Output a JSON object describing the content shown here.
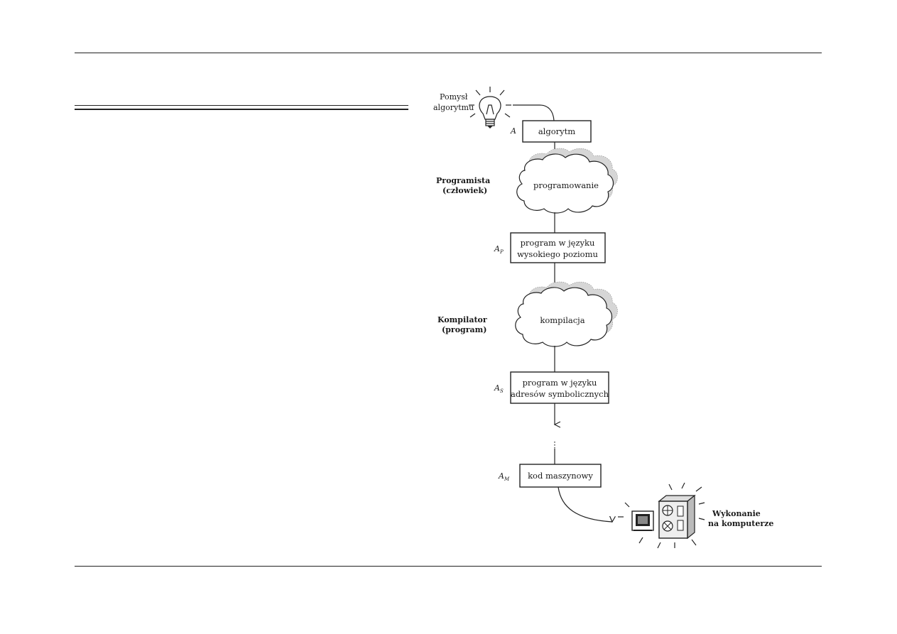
{
  "diagram": {
    "idea": {
      "label_line1": "Pomysł",
      "label_line2": "algorytmu"
    },
    "algorithm_box": {
      "symbol": "A",
      "text": "algorytm"
    },
    "programmer": {
      "label_line1": "Programista",
      "label_line2": "(człowiek)",
      "cloud_text": "programowanie"
    },
    "high_level_box": {
      "symbol": "A",
      "symbol_sub": "P",
      "line1": "program w języku",
      "line2": "wysokiego poziomu"
    },
    "compiler": {
      "label_line1": "Kompilator",
      "label_line2": "(program)",
      "cloud_text": "kompilacja"
    },
    "symbolic_box": {
      "symbol": "A",
      "symbol_sub": "S",
      "line1": "program w języku",
      "line2": "adresów symbolicznych"
    },
    "continuation": "⋮",
    "machine_box": {
      "symbol": "A",
      "symbol_sub": "M",
      "text": "kod maszynowy"
    },
    "execution": {
      "label_line1": "Wykonanie",
      "label_line2": "na komputerze"
    }
  }
}
